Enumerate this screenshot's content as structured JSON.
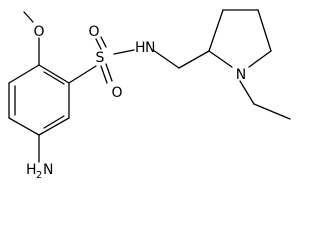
{
  "molecule": {
    "atoms": {
      "methoxy_o": "O",
      "sulfonyl_s": "S",
      "sulfonyl_o_top": "O",
      "sulfonyl_o_bottom": "O",
      "sulfonamide_n": "N",
      "sulfonamide_h": "H",
      "pyrrolidine_n": "N",
      "amine_n": "N",
      "amine_h": "H",
      "amine_h_count": "2"
    }
  }
}
